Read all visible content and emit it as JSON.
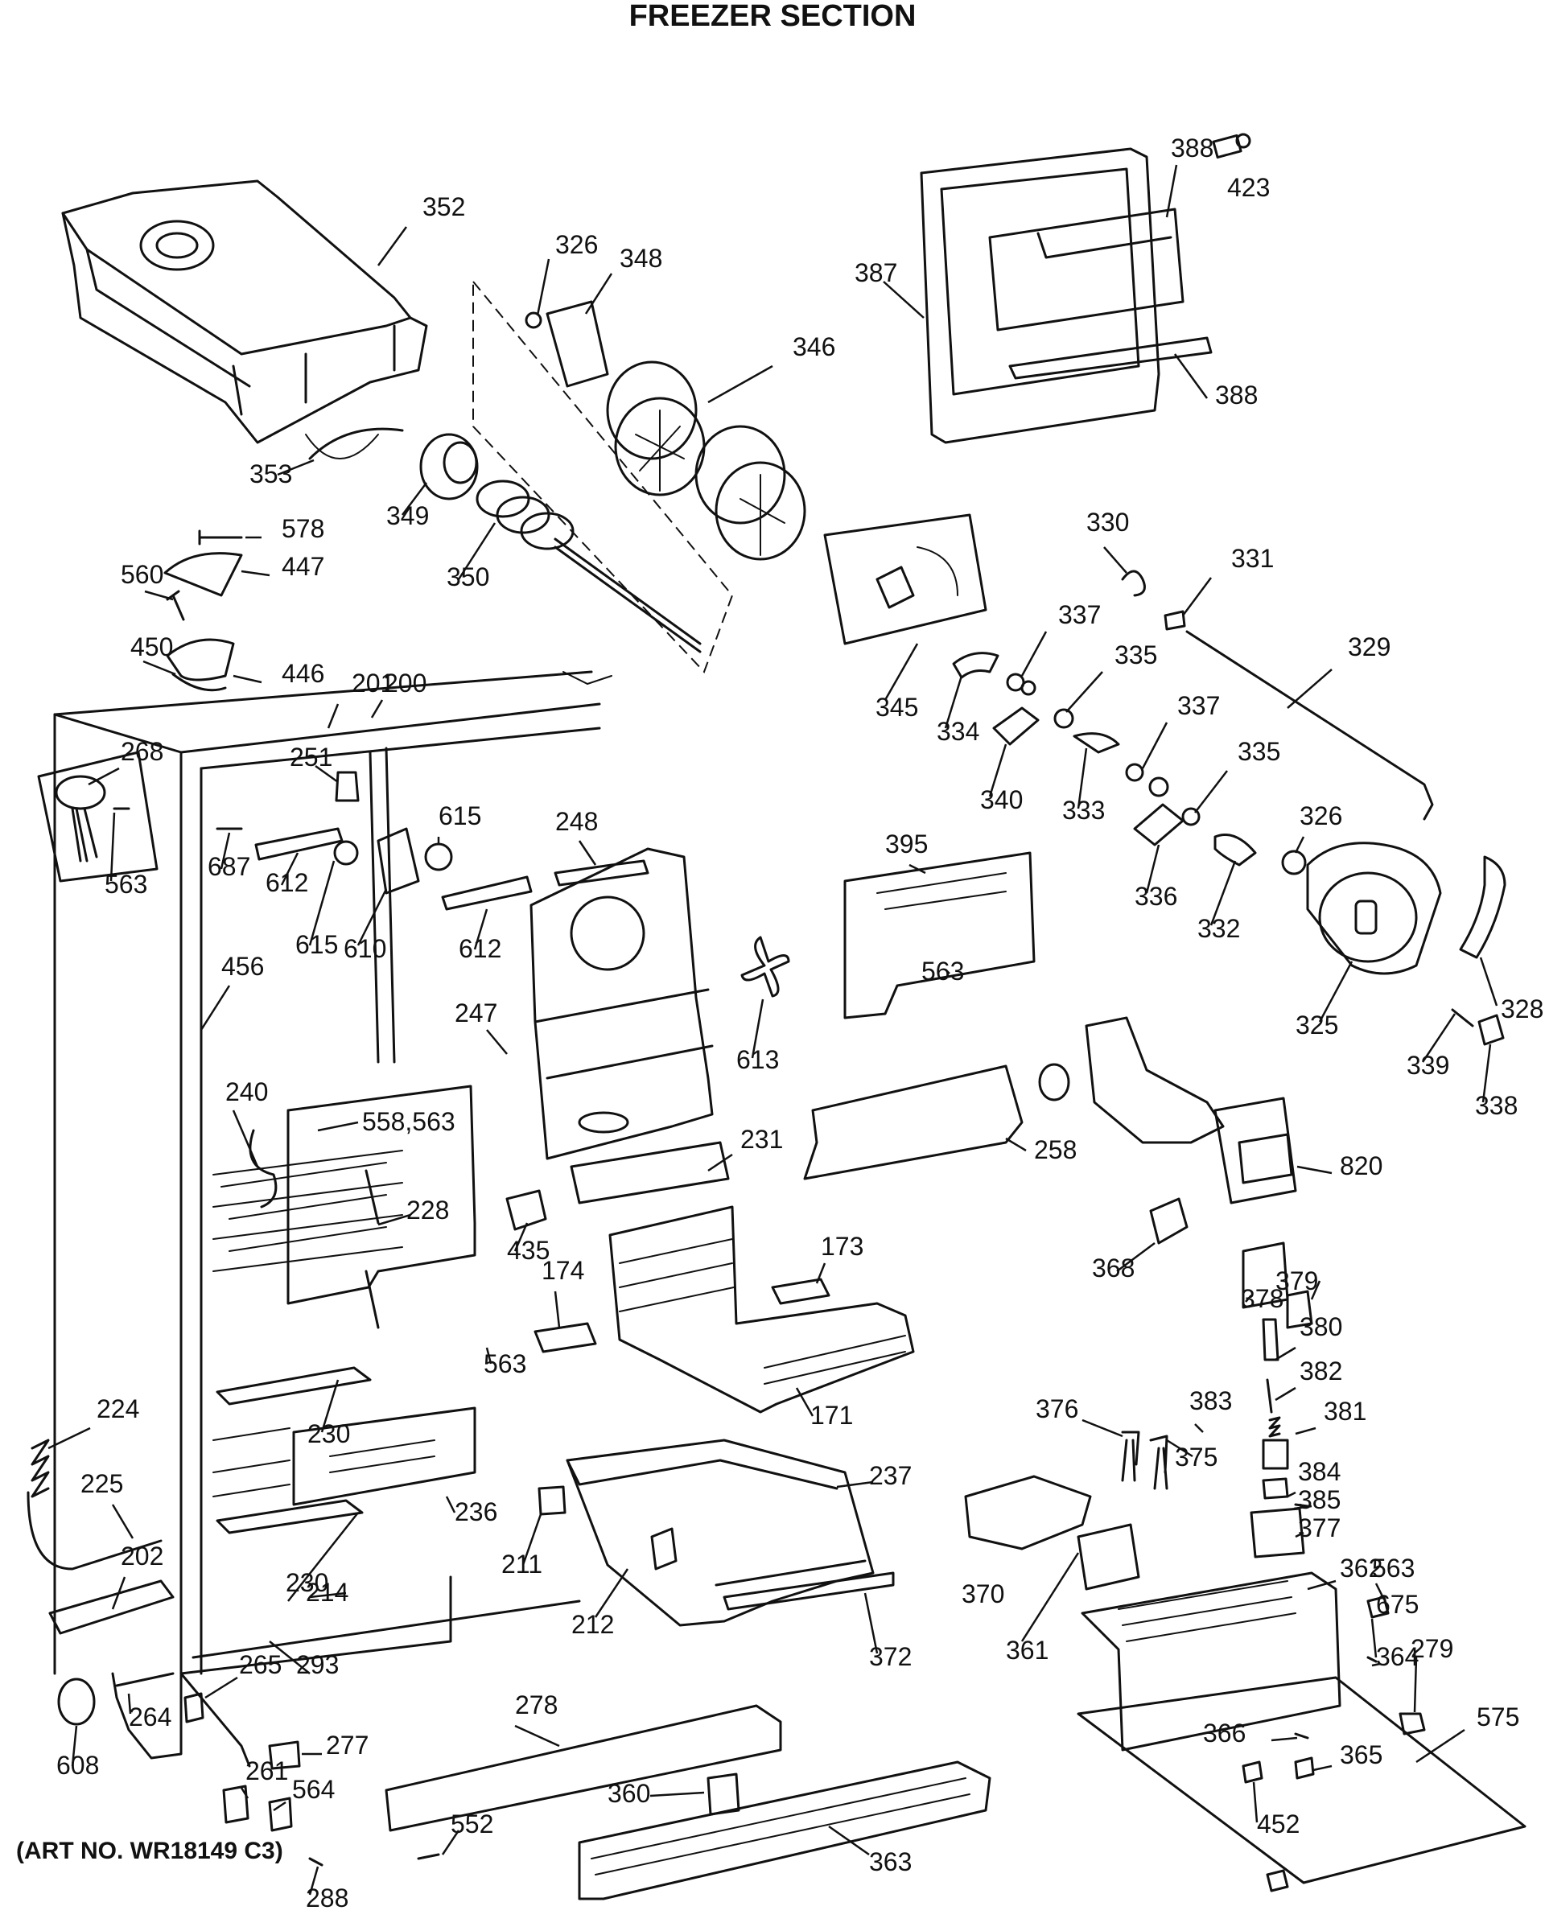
{
  "title": "FREEZER SECTION",
  "art_number": "(ART NO. WR18149 C3)",
  "callouts": [
    "352",
    "326",
    "348",
    "346",
    "388",
    "423",
    "387",
    "388",
    "353",
    "349",
    "350",
    "578",
    "447",
    "560",
    "450",
    "446",
    "345",
    "330",
    "331",
    "329",
    "337",
    "335",
    "334",
    "340",
    "333",
    "337",
    "335",
    "326",
    "336",
    "332",
    "325",
    "328",
    "339",
    "338",
    "268",
    "563",
    "201",
    "200",
    "251",
    "687",
    "612",
    "615",
    "610",
    "615",
    "612",
    "248",
    "395",
    "563",
    "456",
    "247",
    "613",
    "240",
    "558,563",
    "228",
    "231",
    "258",
    "820",
    "435",
    "174",
    "173",
    "368",
    "379",
    "378",
    "380",
    "382",
    "563",
    "171",
    "230",
    "376",
    "383",
    "381",
    "375",
    "384",
    "385",
    "377",
    "224",
    "225",
    "230",
    "214",
    "236",
    "211",
    "237",
    "212",
    "372",
    "370",
    "361",
    "362",
    "563",
    "675",
    "364",
    "279",
    "202",
    "293",
    "265",
    "264",
    "608",
    "277",
    "278",
    "360",
    "575",
    "366",
    "365",
    "452",
    "261",
    "564",
    "552",
    "288",
    "363"
  ]
}
